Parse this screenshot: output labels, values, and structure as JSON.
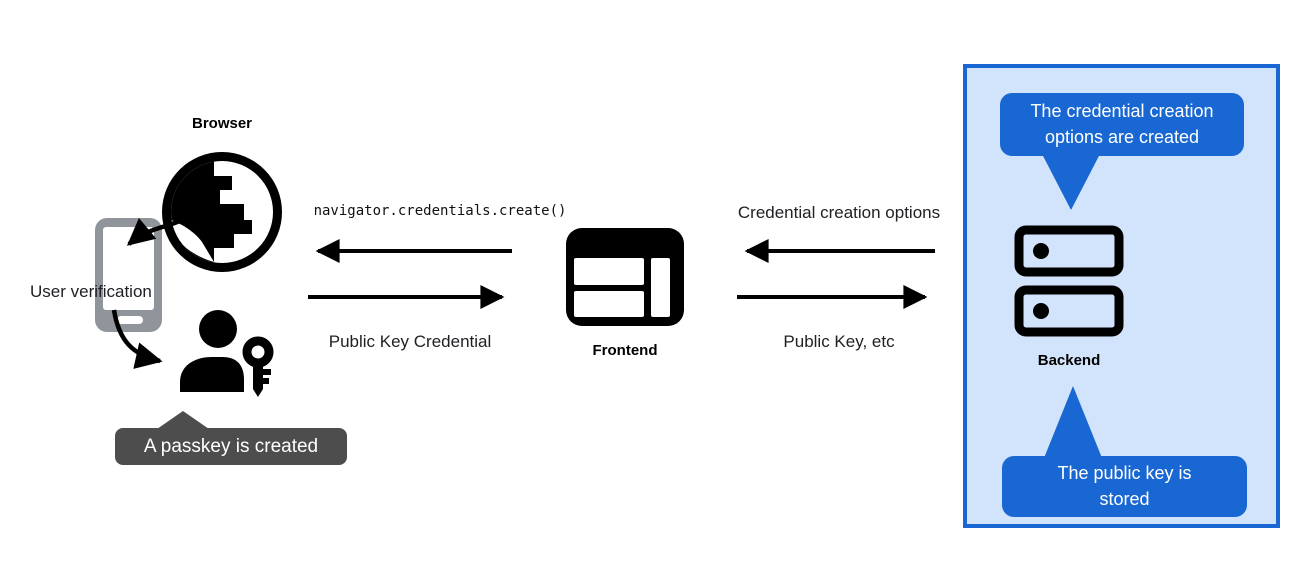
{
  "colors": {
    "accent_blue": "#1967d2",
    "panel_bg": "#d2e3fc",
    "dark_callout_bg": "#4d4d4d",
    "phone_gray": "#8f959b",
    "text_dark": "#202124",
    "icon_black": "#000000"
  },
  "left": {
    "browser_label": "Browser",
    "user_verification_label": "User verification",
    "passkey_callout": "A passkey is created",
    "icons": [
      "globe-icon",
      "phone-icon",
      "person-with-key-icon"
    ]
  },
  "middle": {
    "code_call_label": "navigator.credentials.create()",
    "public_key_credential_label": "Public Key Credential",
    "frontend_label": "Frontend",
    "icons": [
      "browser-window-icon"
    ]
  },
  "right_flow": {
    "credential_creation_options_label": "Credential creation options",
    "public_key_etc_label": "Public Key, etc"
  },
  "backend_panel": {
    "backend_label": "Backend",
    "top_callout_lines": [
      "The credential creation",
      "options are created"
    ],
    "bottom_callout_lines": [
      "The public key is",
      "stored"
    ],
    "icons": [
      "server-stack-icon"
    ]
  }
}
